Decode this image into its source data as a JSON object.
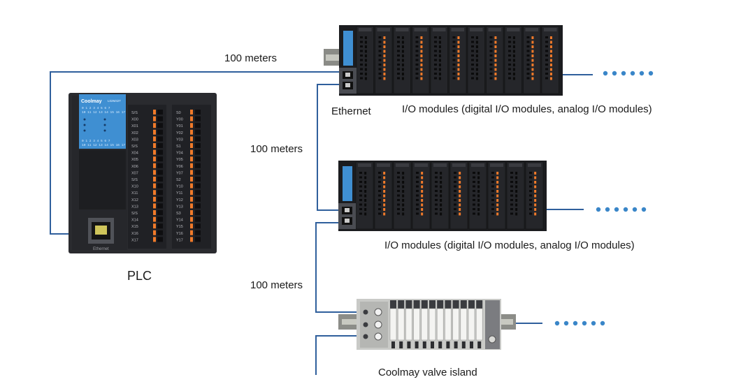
{
  "diagram": {
    "plc": {
      "label": "PLC",
      "brand": "Coolmay",
      "model": "L02M32T",
      "port_label": "Ethernet",
      "input_labels": [
        "S/S",
        "X00",
        "X01",
        "X02",
        "X03",
        "S/S",
        "X04",
        "X05",
        "X06",
        "X07",
        "S/S",
        "X10",
        "X11",
        "X12",
        "X13",
        "S/S",
        "X14",
        "X15",
        "X16",
        "X17"
      ],
      "output_labels": [
        "S0",
        "Y00",
        "Y01",
        "Y02",
        "Y03",
        "S1",
        "Y04",
        "Y05",
        "Y06",
        "Y07",
        "S2",
        "Y10",
        "Y11",
        "Y12",
        "Y13",
        "S3",
        "Y14",
        "Y15",
        "Y16",
        "Y17"
      ]
    },
    "links": {
      "top": "100 meters",
      "middle": "100 meters",
      "bottom": "100 meters"
    },
    "io_row1": {
      "ethernet_label": "Ethernet",
      "modules_label": "I/O modules (digital I/O modules, analog I/O modules)"
    },
    "io_row2": {
      "modules_label": "I/O modules (digital I/O modules, analog I/O modules)"
    },
    "valve_island": {
      "label": "Coolmay valve island"
    },
    "colors": {
      "line": "#2f5f9c",
      "dots": "#3a86c8",
      "module": "#222327",
      "orange": "#f07a2a",
      "blue_panel": "#3f8fd2"
    }
  }
}
